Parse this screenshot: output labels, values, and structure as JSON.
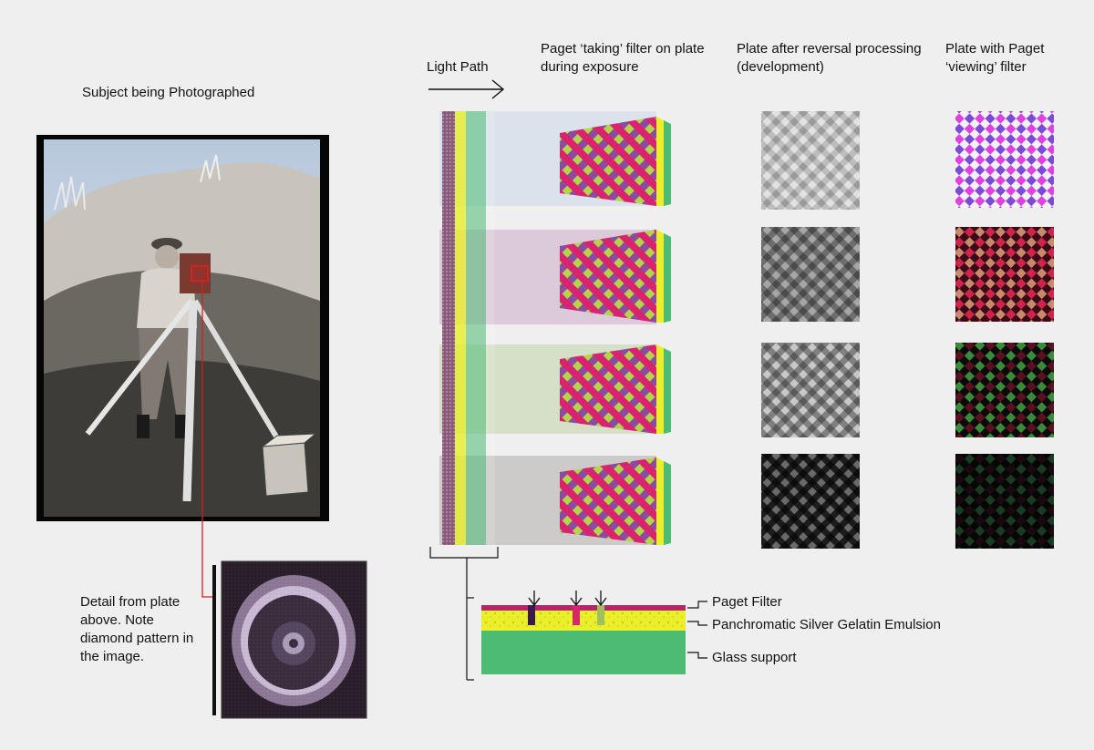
{
  "labels": {
    "subject": "Subject being Photographed",
    "light_path": "Light Path",
    "taking_filter": "Paget ‘taking’ filter on plate during exposure",
    "after_reversal": "Plate after reversal processing (development)",
    "viewing_filter": "Plate with Paget ‘viewing’ filter",
    "detail_note": "Detail from plate above. Note diamond pattern in the image."
  },
  "layers": {
    "filter": "Paget Filter",
    "emulsion": "Panchromatic Silver Gelatin Emulsion",
    "glass": "Glass support"
  },
  "colors": {
    "background": "#efefef",
    "red_marker": "#d42020",
    "emulsion_yellow": "#e9ef2a",
    "glass_green": "#4cbb74",
    "filter_magenta": "#d9236f",
    "filter_lime": "#b4d44a",
    "filter_purple": "#8a4ca0",
    "rows": [
      "#d6e0ea",
      "#d8c3d6",
      "#d1ddc1",
      "#c9c6c4"
    ]
  },
  "icons": [
    "right-arrow-icon",
    "down-arrow-icon"
  ]
}
